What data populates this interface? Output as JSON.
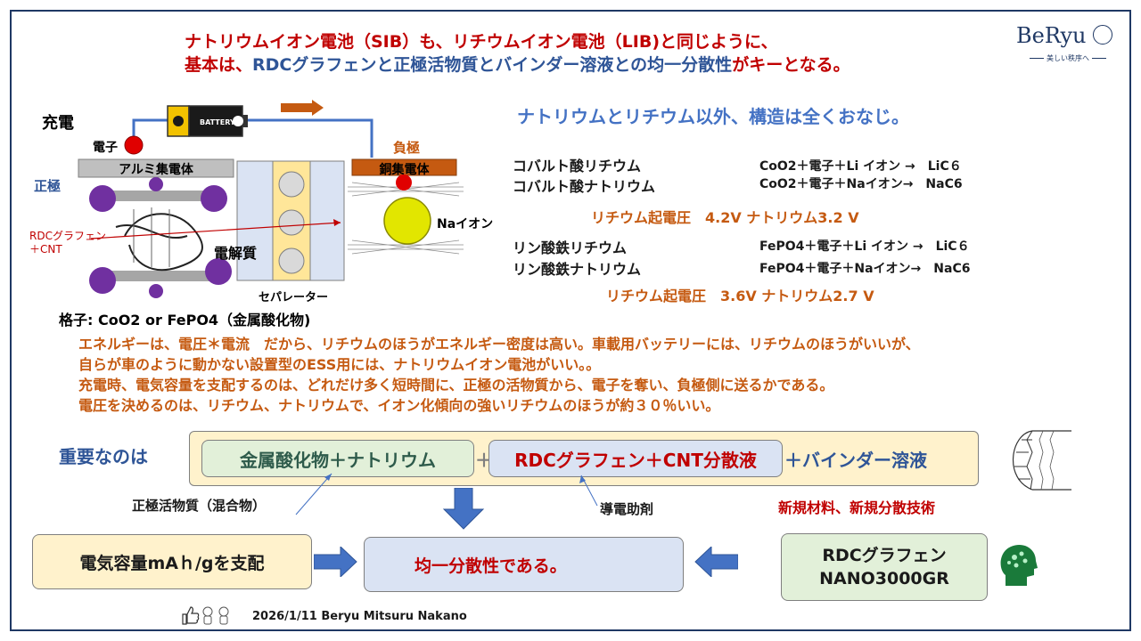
{
  "header": {
    "line1": "ナトリウムイオン電池（SIB）も、リチウムイオン電池（LIB)と同じように、",
    "line2_a": "基本は、",
    "line2_b": "RDCグラフェンと正極活物質とバインダー溶液との均一分散性",
    "line2_c": "がキーとなる。"
  },
  "logo": {
    "text": "BeRyu",
    "tagline": "美しい秩序へ"
  },
  "diagram": {
    "charge_label": "充電",
    "battery_label": "BATTERY",
    "electron_label": "電子",
    "aluminum_collector": "アルミ集電体",
    "positive_label": "正極",
    "negative_label": "負極",
    "copper_collector": "銅集電体",
    "na_ion_label": "Naイオン",
    "rdc_label_1": "RDCグラフェン",
    "rdc_label_2": "＋CNT",
    "electrolyte_label": "電解質",
    "separator_label": "セパレーター",
    "lattice_label": "格子: CoO2 or FePO4（金属酸化物)"
  },
  "structure": {
    "headline": "ナトリウムとリチウム以外、構造は全くおなじ。",
    "cobalt_li": "コバルト酸リチウム",
    "cobalt_na": "コバルト酸ナトリウム",
    "cobalt_li_eq": "CoO2＋電子＋Li イオン →　LiC６",
    "cobalt_na_eq": "CoO2＋電子＋Naイオン→　NaC6",
    "voltage_1": "リチウム起電圧　4.2V ナトリウム3.2 V",
    "iron_li": "リン酸鉄リチウム",
    "iron_na": "リン酸鉄ナトリウム",
    "iron_li_eq": "FePO4＋電子＋Li イオン →　LiC６",
    "iron_na_eq": "FePO4＋電子＋Naイオン→　NaC6",
    "voltage_2": "リチウム起電圧　3.6V ナトリウム2.7 V"
  },
  "explanation": [
    "エネルギーは、電圧＊電流　だから、リチウムのほうがエネルギー密度は高い。車載用バッテリーには、リチウムのほうがいいが、",
    "自らが車のように動かない設置型のESS用には、ナトリウムイオン電池がいい。。",
    "充電時、電気容量を支配するのは、どれだけ多く短時間に、正極の活物質から、電子を奪い、負極側に送るかである。",
    "電圧を決めるのは、リチウム、ナトリウムで、イオン化傾向の強いリチウムのほうが約３０％いい。"
  ],
  "bottom": {
    "important_label": "重要なのは",
    "metal_na": "金属酸化物＋ナトリウム",
    "plus_1": "＋",
    "rdc_cnt": "RDCグラフェン＋CNT分散液",
    "binder": "＋バインダー溶液",
    "active_material": "正極活物質（混合物）",
    "conductive_aid": "導電助剤",
    "new_tech": "新規材料、新規分散技術",
    "capacity": "電気容量mAｈ/gを支配",
    "uniform": "均一分散性である。",
    "product_1": "RDCグラフェン",
    "product_2": "NANO3000GR"
  },
  "footer": {
    "credit": "2026/1/11 Beryu Mitsuru Nakano"
  },
  "colors": {
    "red": "#c00000",
    "blue": "#2f5597",
    "orange": "#c55a11",
    "navy": "#1f3864"
  }
}
